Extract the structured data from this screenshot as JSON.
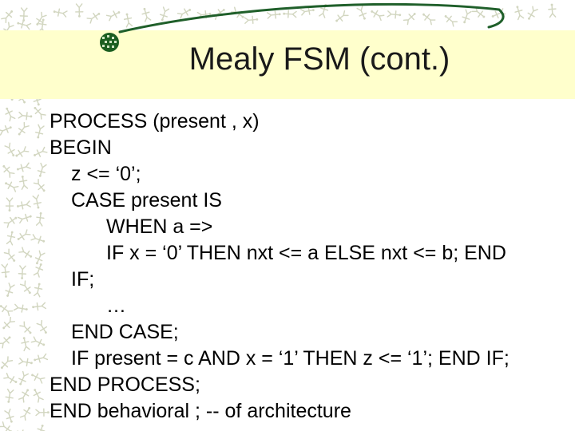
{
  "slide": {
    "title": "Mealy FSM (cont.)",
    "colors": {
      "header_band": "#ffffcc",
      "pattern": "#d2d6c0",
      "swoosh": "#1f5f2a",
      "bullet": "#1b5e20"
    },
    "icons": [
      "globe-bullet-icon",
      "swoosh-decoration"
    ],
    "code_lines": [
      "PROCESS (present , x)",
      "BEGIN",
      "z <= ‘0’;",
      "CASE present IS",
      "WHEN a =>",
      "IF x = ‘0’ THEN nxt <= a ELSE nxt <= b; END",
      "IF;",
      "…",
      "END CASE;",
      "IF present = c AND x = ‘1’ THEN z <= ‘1’; END IF;",
      "END PROCESS;",
      "END behavioral ; -- of architecture"
    ]
  }
}
